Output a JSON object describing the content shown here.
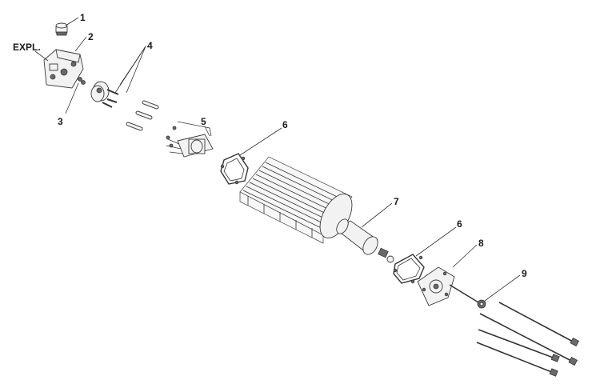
{
  "diagram": {
    "labels": {
      "expl": "EXPL.",
      "p1": "1",
      "p2": "2",
      "p3": "3",
      "p4": "4",
      "p5": "5",
      "p6a": "6",
      "p6b": "6",
      "p7": "7",
      "p8": "8",
      "p9": "9"
    }
  }
}
